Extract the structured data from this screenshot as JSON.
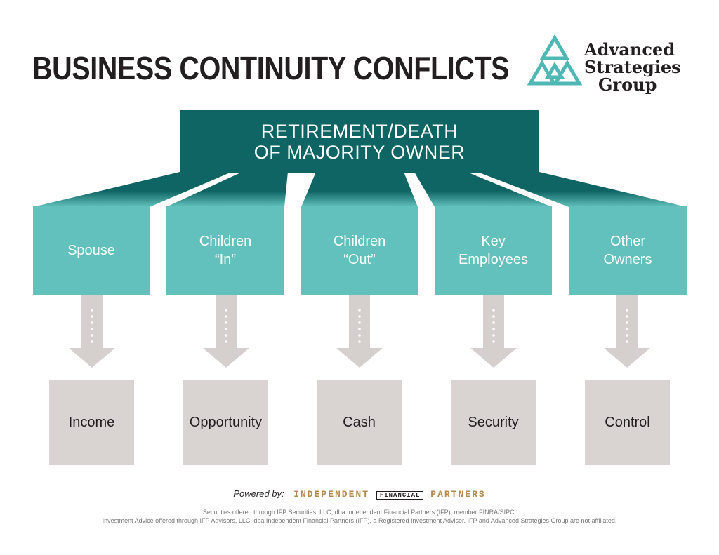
{
  "title": "BUSINESS CONTINUITY CONFLICTS",
  "logo": {
    "line1": "Advanced",
    "line2": "Strategies",
    "line3": "Group"
  },
  "top_box": {
    "line1": "RETIREMENT/DEATH",
    "line2": "OF MAJORITY OWNER"
  },
  "stakeholders": [
    {
      "line1": "Spouse",
      "line2": ""
    },
    {
      "line1": "Children",
      "line2": "“In”"
    },
    {
      "line1": "Children",
      "line2": "“Out”"
    },
    {
      "line1": "Key",
      "line2": "Employees"
    },
    {
      "line1": "Other",
      "line2": "Owners"
    }
  ],
  "outcomes": [
    "Income",
    "Opportunity",
    "Cash",
    "Security",
    "Control"
  ],
  "footer": {
    "powered_by": "Powered by:",
    "ifp_left": "INDEPENDENT",
    "ifp_mid": "FINANCIAL",
    "ifp_right": "PARTNERS",
    "disclaimer1": "Securities offered through IFP Securities, LLC, dba Independent Financial Partners (IFP), member FINRA/SIPC.",
    "disclaimer2": "Investment Advice offered through IFP Advisors, LLC, dba Independent Financial Partners (IFP), a Registered Investment Adviser. IFP and Advanced Strategies Group are not affiliated."
  },
  "colors": {
    "dark_teal": "#0f6563",
    "light_teal": "#62c1bc",
    "gray_box": "#d9d4d2",
    "arrow": "#d5d0ce",
    "logo_teal": "#4fb8b4"
  }
}
